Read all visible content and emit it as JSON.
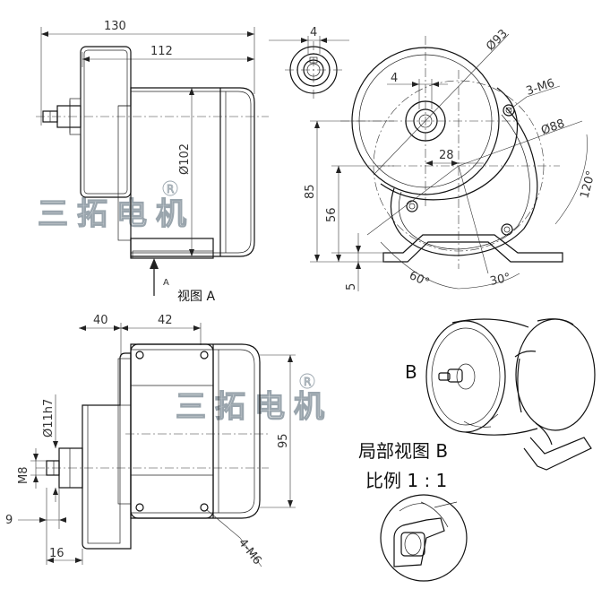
{
  "watermark": {
    "text": "三拓电机",
    "mark": "R"
  },
  "top_left_view": {
    "dims": {
      "overall": "130",
      "body": "112",
      "diameter": "Ø102"
    },
    "view_label": "视图 A",
    "arrow_letter": "A"
  },
  "top_right_view": {
    "dims": {
      "dia_93": "Ø93",
      "dia_88": "Ø88",
      "holes": "3-M6",
      "w4_small": "4",
      "w4_hub": "4",
      "d28": "28",
      "h85": "85",
      "h56": "56",
      "h5": "5",
      "a120": "120°",
      "a60": "60°",
      "a30": "30°"
    }
  },
  "bottom_left_view": {
    "dims": {
      "d40": "40",
      "d42": "42",
      "shaft": "Ø11h7",
      "thread": "M8",
      "h95": "95",
      "holes": "4-M6",
      "d9": "9",
      "d16": "16"
    }
  },
  "detail": {
    "letter": "B",
    "title": "局部视图 B",
    "scale": "比例 1 : 1"
  }
}
